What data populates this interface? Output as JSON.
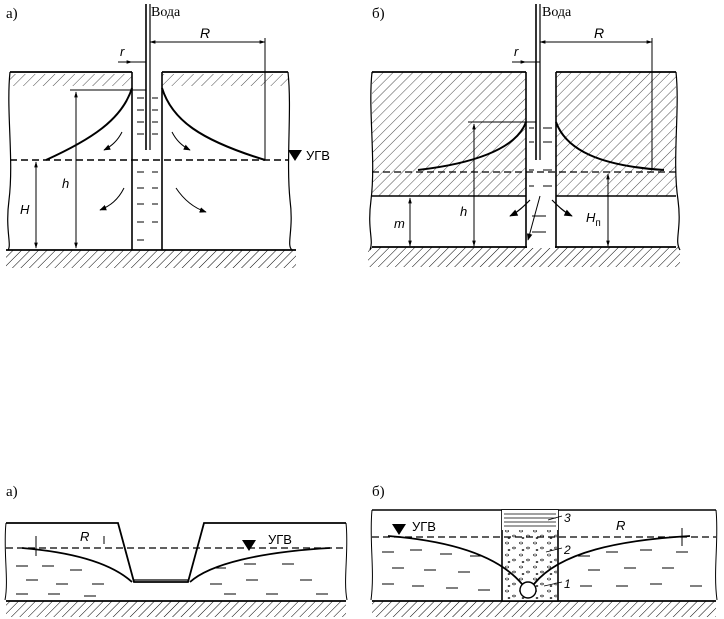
{
  "colors": {
    "ink": "#000000",
    "paper": "#ffffff"
  },
  "figure_top": {
    "left": {
      "panel_label": "а)",
      "water_label": "Вода",
      "radius_small": "r",
      "radius_influence": "R",
      "groundwater_level": "УГВ",
      "dim_h": "h",
      "dim_H": "H"
    },
    "right": {
      "panel_label": "б)",
      "water_label": "Вода",
      "radius_small": "r",
      "radius_influence": "R",
      "dim_m": "m",
      "dim_h": "h",
      "dim_Hp": "H",
      "dim_Hp_sub": "п"
    }
  },
  "figure_bottom": {
    "left": {
      "panel_label": "а)",
      "radius_influence": "R",
      "groundwater_level": "УГВ"
    },
    "right": {
      "panel_label": "б)",
      "radius_influence": "R",
      "groundwater_level": "УГВ",
      "layer_1": "1",
      "layer_2": "2",
      "layer_3": "3"
    }
  }
}
